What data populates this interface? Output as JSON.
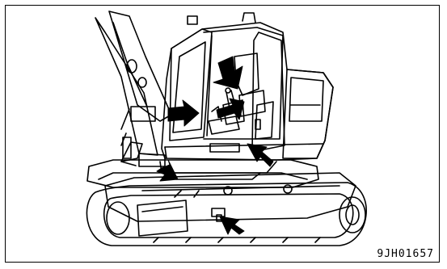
{
  "figure": {
    "code": "9JH01657",
    "subject": "excavator"
  },
  "colors": {
    "line": "#000000",
    "fill": "#ffffff"
  },
  "arrows": [
    {
      "id": "cab-upper",
      "direction": "down-left"
    },
    {
      "id": "cab-front-left",
      "direction": "right"
    },
    {
      "id": "cab-console",
      "direction": "down-left"
    },
    {
      "id": "revolving-frame-right",
      "direction": "up-left"
    },
    {
      "id": "track-frame-left",
      "direction": "down-right"
    },
    {
      "id": "track-frame-towhook",
      "direction": "up-left"
    }
  ]
}
